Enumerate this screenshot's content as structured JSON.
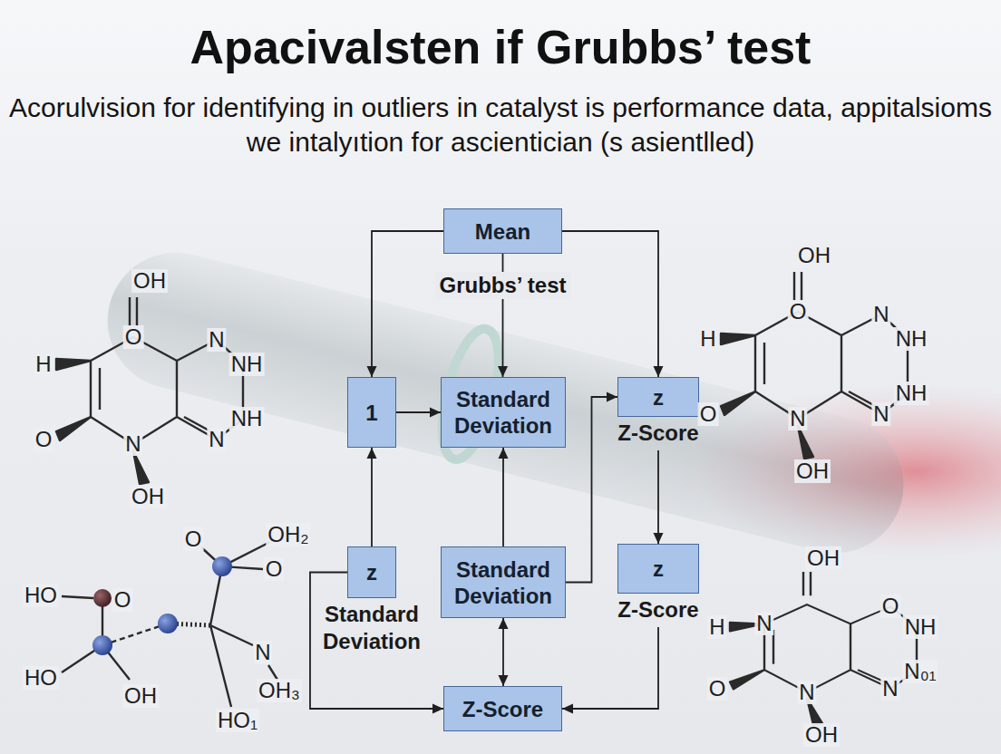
{
  "diagram": {
    "title": "Apacivalsten if Grubbs’ test",
    "nodes": [
      {
        "text": [
          "Mean"
        ]
      },
      {
        "text": [
          "1"
        ]
      },
      {
        "text": [
          "Standard Deviation"
        ]
      },
      {
        "text": [
          "z",
          "Z-Score"
        ]
      },
      {
        "text": [
          "z",
          "Standard Deviation"
        ]
      },
      {
        "text": [
          "Standard Deviation"
        ]
      },
      {
        "text": [
          "z",
          "Z-Score"
        ]
      },
      {
        "text": [
          "Z-Score"
        ]
      }
    ],
    "edges": [
      {
        "from": 0,
        "to": 1,
        "arrow": "to"
      },
      {
        "from": 0,
        "to": 3,
        "arrow": "to"
      },
      {
        "from": 1,
        "to": 2,
        "arrow": "to"
      },
      {
        "from": 0,
        "to": 2,
        "label": "Grubbs’ test",
        "arrow": "to"
      },
      {
        "from": 4,
        "to": 1,
        "arrow": "to"
      },
      {
        "from": 5,
        "to": 2,
        "arrow": "to"
      },
      {
        "from": 5,
        "to": 3,
        "arrow": "to"
      },
      {
        "from": 3,
        "to": 6,
        "arrow": "to"
      },
      {
        "from": 6,
        "to": 7,
        "arrow": "to"
      },
      {
        "from": 4,
        "to": 7,
        "arrow": "to"
      },
      {
        "from": 5,
        "to": 7,
        "arrow": "both"
      }
    ],
    "labels": [
      "Acorulvision for identifying in outliers in catalyst is performance data, appitalsioms we intalyıtion for ascientician (s asientlled)",
      "OH",
      "H",
      "O",
      "N",
      "NH",
      "NH",
      "N",
      "O",
      "N",
      "OH",
      "OH",
      "H",
      "O",
      "N",
      "NH",
      "NH",
      "N",
      "O",
      "N",
      "OH",
      "O",
      "OH₂",
      "HO",
      "O",
      "O",
      "N",
      "HO",
      "OH",
      "OH₃",
      "HO₁",
      "OH",
      "H",
      "N",
      "O",
      "NH",
      "O",
      "N",
      "N",
      "N₀₁",
      "OH"
    ]
  }
}
